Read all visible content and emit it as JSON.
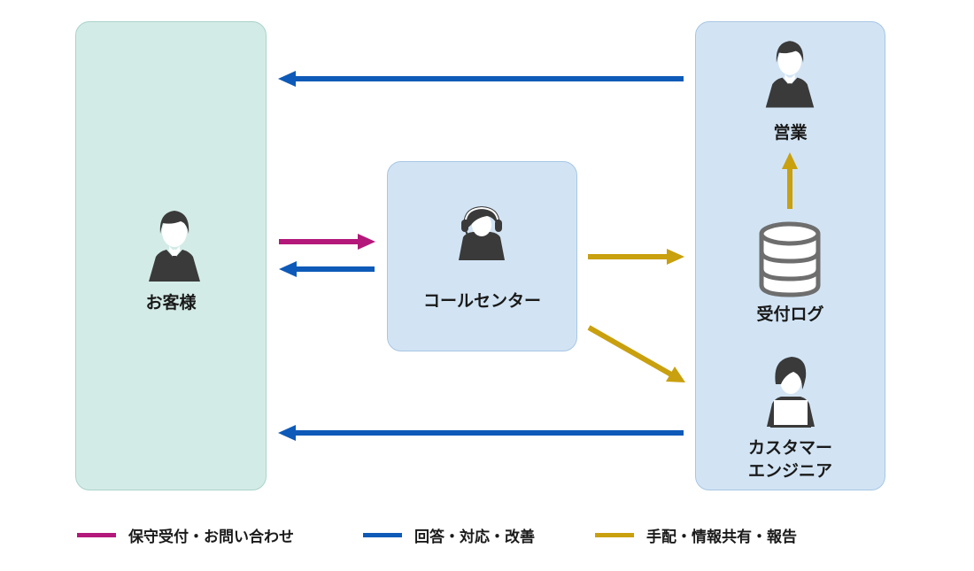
{
  "nodes": {
    "customer": {
      "label": "お客様",
      "icon": "businessman-icon"
    },
    "callcenter": {
      "label": "コールセンター",
      "icon": "headset-operator-icon"
    },
    "sales": {
      "label": "営業",
      "icon": "businessman-icon"
    },
    "log": {
      "label": "受付ログ",
      "icon": "database-icon"
    },
    "engineer": {
      "label_line1": "カスタマー",
      "label_line2": "エンジニア",
      "icon": "engineer-laptop-icon"
    }
  },
  "legend": [
    {
      "label": "保守受付・お問い合わせ",
      "color": "#b4187a"
    },
    {
      "label": "回答・対応・改善",
      "color": "#0e5ab8"
    },
    {
      "label": "手配・情報共有・報告",
      "color": "#c9a00e"
    }
  ],
  "colors": {
    "customer_box": "#d3ebe6",
    "company_box": "#d2e4f4",
    "icon": "#3a3a3a"
  },
  "edges": [
    {
      "from": "company",
      "to": "customer",
      "type": "回答・対応・改善"
    },
    {
      "from": "customer",
      "to": "callcenter",
      "type": "保守受付・お問い合わせ"
    },
    {
      "from": "callcenter",
      "to": "customer",
      "type": "回答・対応・改善"
    },
    {
      "from": "callcenter",
      "to": "log",
      "type": "手配・情報共有・報告"
    },
    {
      "from": "callcenter",
      "to": "engineer",
      "type": "手配・情報共有・報告"
    },
    {
      "from": "log",
      "to": "sales",
      "type": "手配・情報共有・報告"
    },
    {
      "from": "engineer",
      "to": "customer",
      "type": "回答・対応・改善"
    }
  ]
}
